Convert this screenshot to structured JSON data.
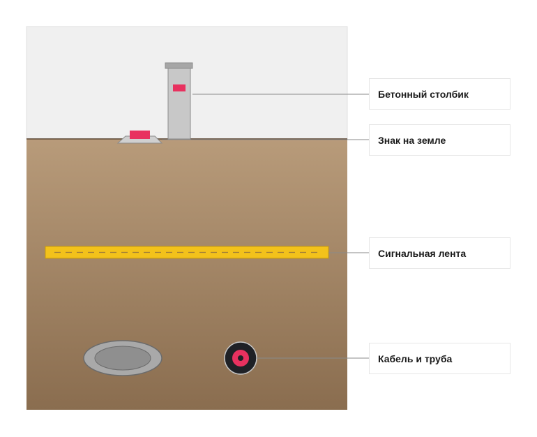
{
  "labels": {
    "concrete_post": "Бетонный столбик",
    "ground_sign": "Знак на земле",
    "warning_tape": "Сигнальная лента",
    "cable_and_pipe": "Кабель и труба"
  },
  "colors": {
    "sky": "#f0f0f0",
    "soil_top": "#b89b7a",
    "soil_bottom": "#8a6d4f",
    "marker_red": "#e8315f",
    "tape_yellow": "#f3c21b",
    "post_gray": "#c8c8c8",
    "pipe_gray": "#a9a9a9",
    "cable_black": "#1f2126"
  }
}
